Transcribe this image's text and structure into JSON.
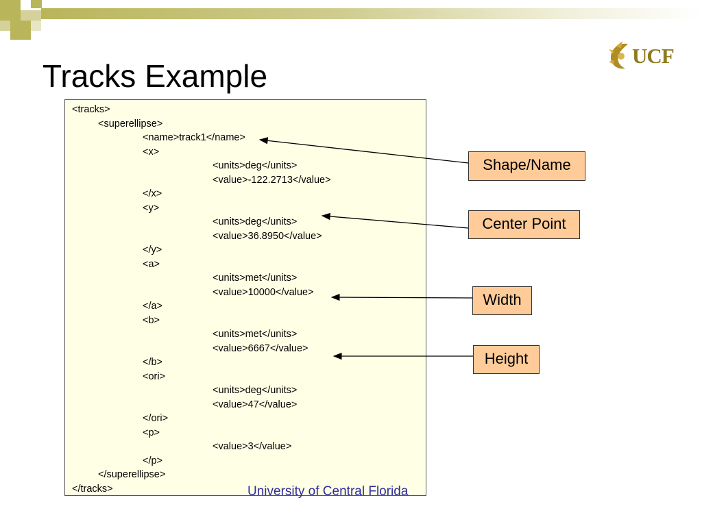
{
  "slide": {
    "title": "Tracks Example",
    "logo_text": "UCF",
    "footer": "University of Central Florida"
  },
  "xml_lines": [
    {
      "indent": 0,
      "text": "<tracks>"
    },
    {
      "indent": 1,
      "text": "<superellipse>"
    },
    {
      "indent": 2,
      "text": "<name>track1</name>"
    },
    {
      "indent": 2,
      "text": "<x>"
    },
    {
      "indent": 3,
      "text": "<units>deg</units>"
    },
    {
      "indent": 3,
      "text": "<value>-122.2713</value>"
    },
    {
      "indent": 2,
      "text": "</x>"
    },
    {
      "indent": 2,
      "text": "<y>"
    },
    {
      "indent": 3,
      "text": "<units>deg</units>"
    },
    {
      "indent": 3,
      "text": "<value>36.8950</value>"
    },
    {
      "indent": 2,
      "text": "</y>"
    },
    {
      "indent": 2,
      "text": "<a>"
    },
    {
      "indent": 3,
      "text": "<units>met</units>"
    },
    {
      "indent": 3,
      "text": "<value>10000</value>"
    },
    {
      "indent": 2,
      "text": "</a>"
    },
    {
      "indent": 2,
      "text": "<b>"
    },
    {
      "indent": 3,
      "text": "<units>met</units>"
    },
    {
      "indent": 3,
      "text": "<value>6667</value>"
    },
    {
      "indent": 2,
      "text": "</b>"
    },
    {
      "indent": 2,
      "text": "<ori>"
    },
    {
      "indent": 3,
      "text": "<units>deg</units>"
    },
    {
      "indent": 3,
      "text": "<value>47</value>"
    },
    {
      "indent": 2,
      "text": "</ori>"
    },
    {
      "indent": 2,
      "text": "<p>"
    },
    {
      "indent": 3,
      "text": "<value>3</value>"
    },
    {
      "indent": 2,
      "text": "</p>"
    },
    {
      "indent": 1,
      "text": "</superellipse>"
    },
    {
      "indent": 0,
      "text": "</tracks>"
    }
  ],
  "callouts": {
    "shape_name": "Shape/Name",
    "center_point": "Center Point",
    "width": "Width",
    "height": "Height"
  },
  "colors": {
    "accent": "#b9b55a",
    "callout_fill": "#ffcc99",
    "code_bg": "#ffffe5",
    "footer_text": "#2c2ca0"
  }
}
